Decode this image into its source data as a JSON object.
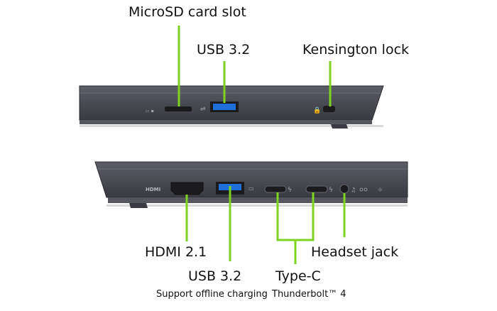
{
  "colors": {
    "callout_line": "#7ed321",
    "chassis": "#4a4b53",
    "chassis_edge": "#2b2c31",
    "port": "#1b1b1d",
    "usb_blue": "#1e6fd9"
  },
  "top_side": {
    "labels": {
      "microsd": "MicroSD card slot",
      "usb": "USB 3.2",
      "kensington": "Kensington lock"
    }
  },
  "bottom_side": {
    "port_text": {
      "hdmi_logo": "HDMI"
    },
    "labels": {
      "hdmi": "HDMI 2.1",
      "usb": "USB 3.2",
      "usb_sub": "Support offline charging",
      "typec": "Type-C",
      "typec_sub": "Thunderbolt™ 4",
      "headset": "Headset jack"
    }
  }
}
